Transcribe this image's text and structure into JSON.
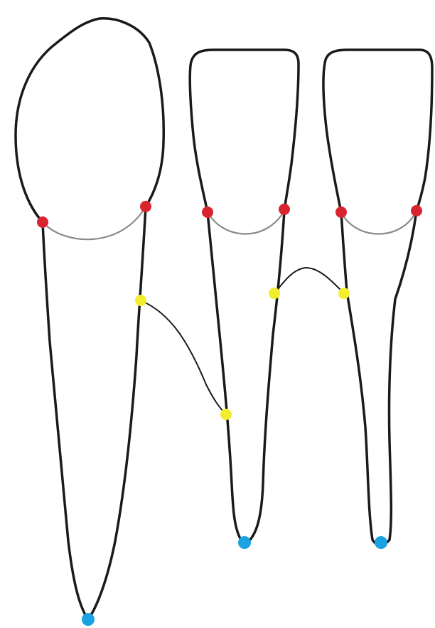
{
  "colors": {
    "outline": "#1a1a1a",
    "cej_line": "#8a8a8a",
    "cej_point": "#d9242f",
    "bone_crest_point": "#f2ee2e",
    "apex_point": "#1aa3e0",
    "background": "#ffffff"
  },
  "teeth": [
    {
      "name": "tooth-left",
      "shape": "rounded-crown"
    },
    {
      "name": "tooth-middle",
      "shape": "flat-crown"
    },
    {
      "name": "tooth-right",
      "shape": "flat-crown"
    }
  ],
  "landmarks": {
    "cej_points": 6,
    "bone_crest_points": 4,
    "apex_points": 3
  }
}
